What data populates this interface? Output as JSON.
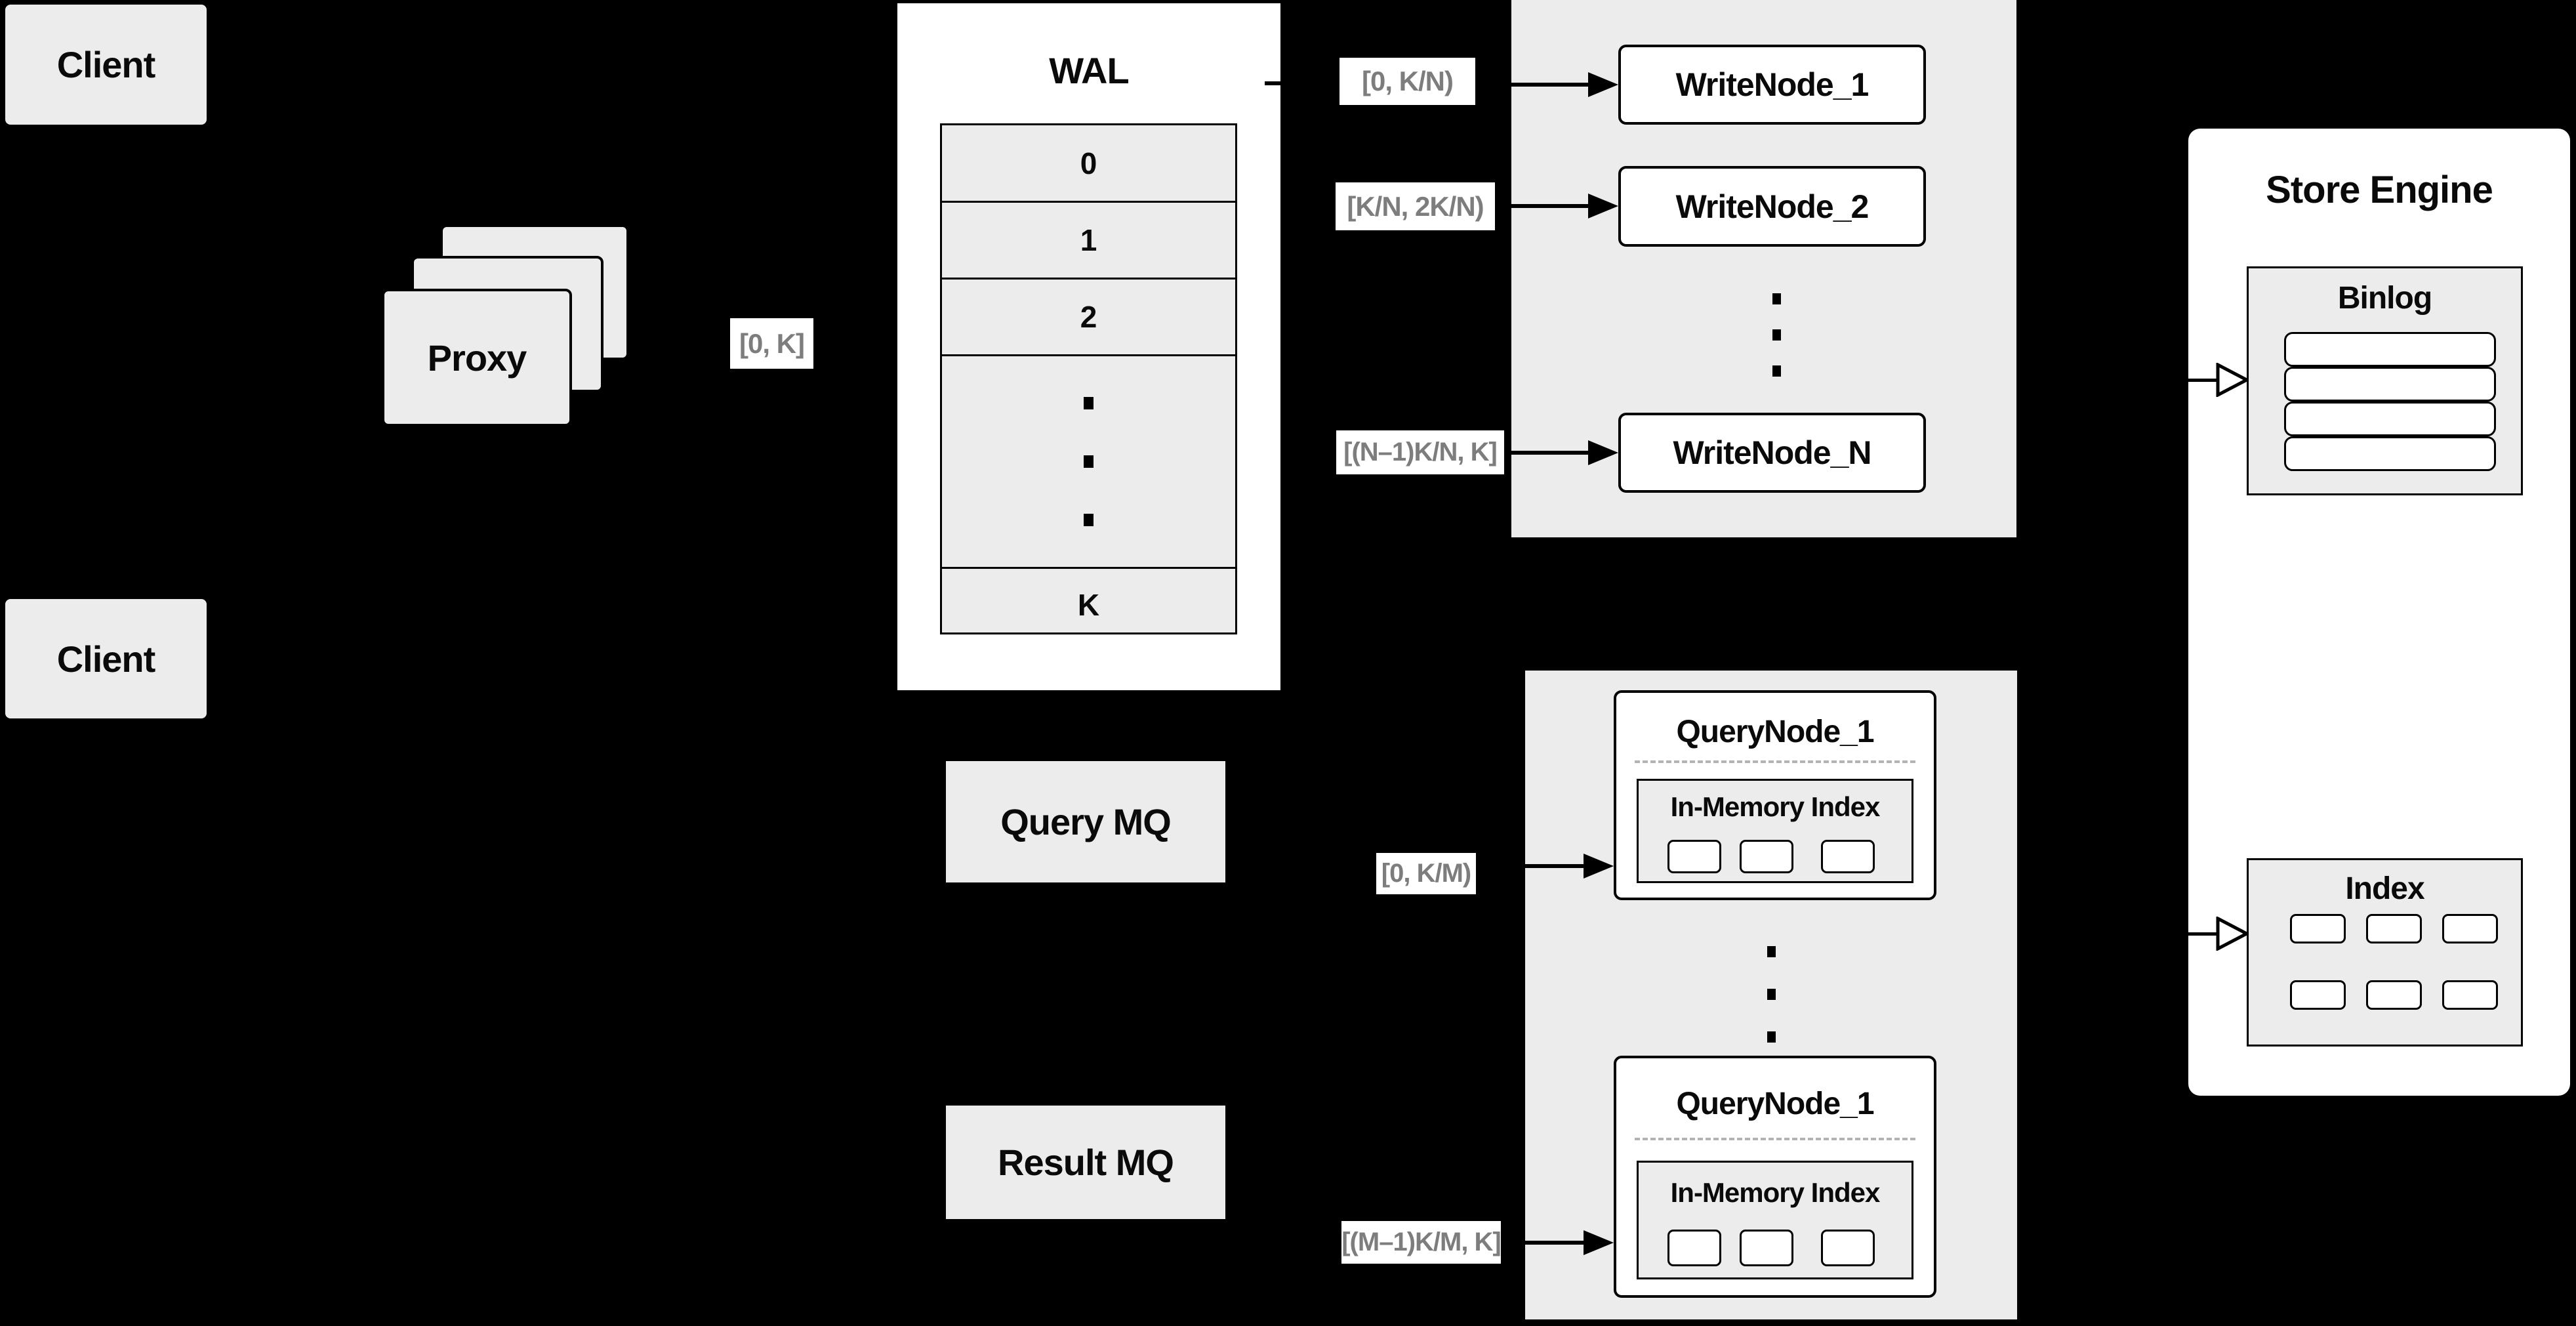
{
  "colors": {
    "background": "#000000",
    "container_fill": "#ececec",
    "box_fill": "#ffffff",
    "line": "#000000",
    "chip_text": "#7d7d7d"
  },
  "clients": {
    "top_label": "Client",
    "bottom_label": "Client"
  },
  "proxy": {
    "label": "Proxy"
  },
  "chips": {
    "proxy_to_wal": "[0, K]",
    "write_node_1": "[0, K/N)",
    "write_node_2": "[K/N, 2K/N)",
    "write_node_n": "[(N–1)K/N, K]",
    "query_node_1": "[0, K/M)",
    "query_node_m": "[(M–1)K/M, K]"
  },
  "wal": {
    "title": "WAL",
    "rows": [
      "0",
      "1",
      "2"
    ],
    "last_row": "K"
  },
  "write_nodes": {
    "items": [
      "WriteNode_1",
      "WriteNode_2",
      "WriteNode_N"
    ]
  },
  "mq": {
    "query_label": "Query MQ",
    "result_label": "Result MQ"
  },
  "query_nodes": {
    "top": {
      "title": "QueryNode_1",
      "index_label": "In-Memory Index"
    },
    "bottom": {
      "title": "QueryNode_1",
      "index_label": "In-Memory Index"
    }
  },
  "store_engine": {
    "title": "Store Engine",
    "binlog_title": "Binlog",
    "index_title": "Index"
  }
}
